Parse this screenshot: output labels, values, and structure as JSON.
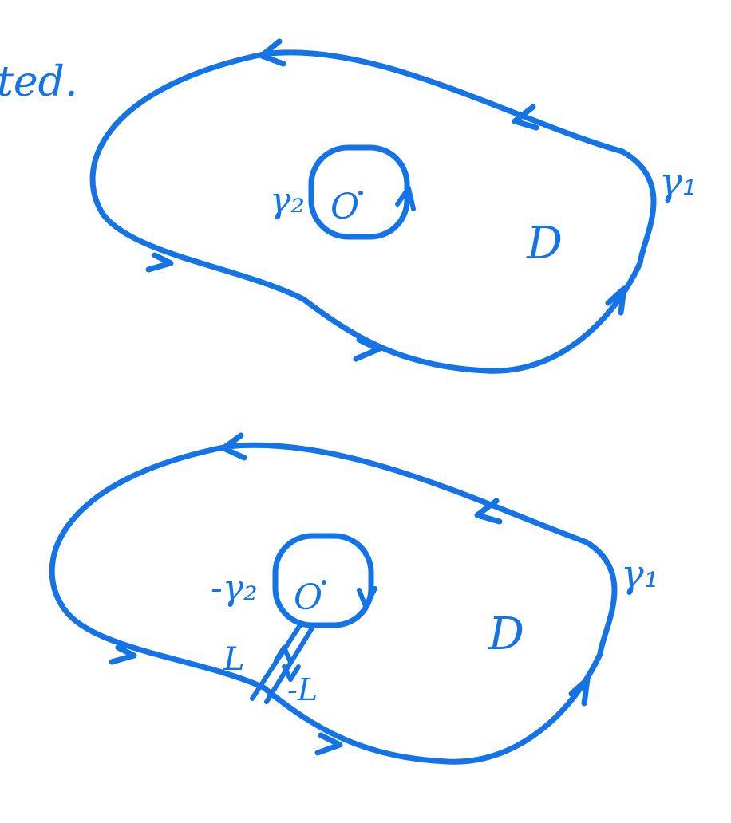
{
  "header_fragment": "ted.",
  "colors": {
    "ink": "#1473e6",
    "fill": "#bcd9cf",
    "hole": "#ffffff",
    "background": "#ffffff"
  },
  "top_figure": {
    "outer_label": "γ₁",
    "inner_label": "γ₂",
    "origin_label": "O",
    "region_label": "D"
  },
  "bottom_figure": {
    "outer_label": "γ₁",
    "inner_label": "-γ₂",
    "origin_label": "O",
    "region_label": "D",
    "cut_label": "L",
    "cut_reverse_label": "-L"
  }
}
